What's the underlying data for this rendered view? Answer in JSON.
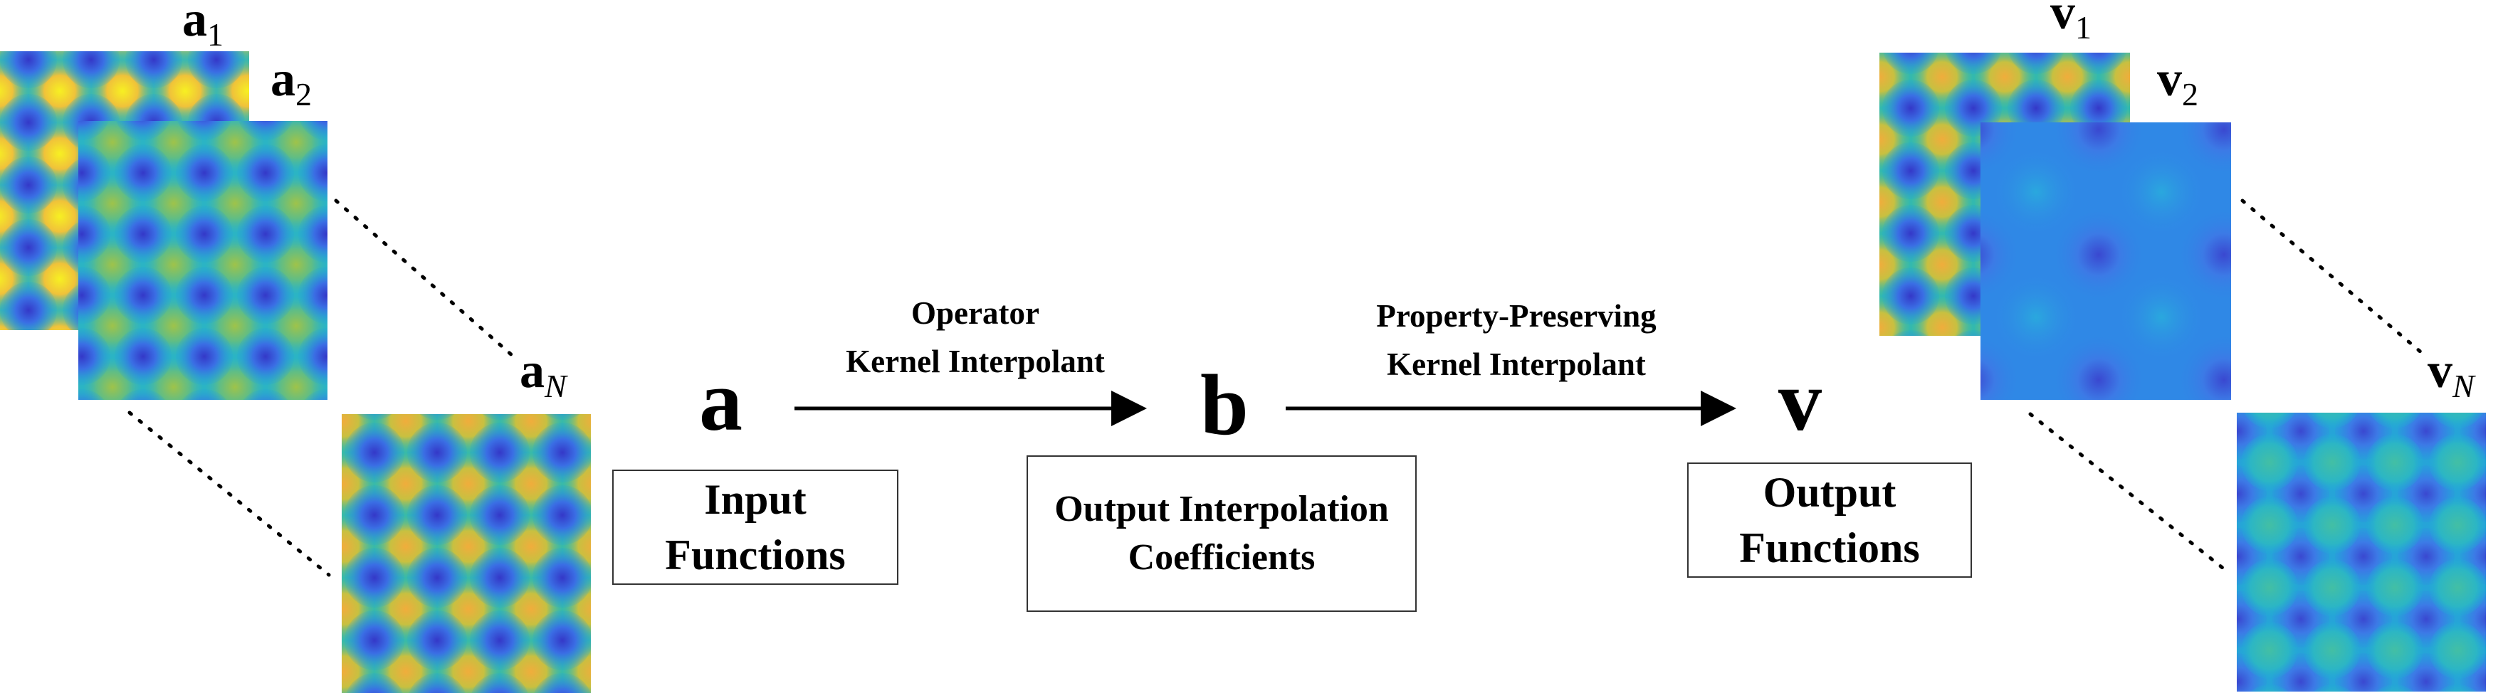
{
  "stacks": {
    "input": {
      "labels": [
        "a1",
        "a2",
        "aN"
      ],
      "label_main": "a",
      "subscripts": [
        "1",
        "2",
        "N"
      ]
    },
    "output": {
      "labels": [
        "v1",
        "v2",
        "vN"
      ],
      "label_main": "v",
      "subscripts": [
        "1",
        "2",
        "N"
      ]
    }
  },
  "nodes": {
    "a": "a",
    "b": "b",
    "v": "v"
  },
  "arrows": {
    "first": {
      "line1": "Operator",
      "line2": "Kernel Interpolant"
    },
    "second": {
      "line1": "Property-Preserving",
      "line2": "Kernel Interpolant"
    }
  },
  "boxes": {
    "input": {
      "line1": "Input",
      "line2": "Functions"
    },
    "middle": {
      "line1": "Output Interpolation",
      "line2": "Coefficients"
    },
    "output": {
      "line1": "Output",
      "line2": "Functions"
    }
  },
  "colors": {
    "yellow": "#f5e12a",
    "orange": "#f0b43c",
    "green": "#a9c64c",
    "teal": "#35bba6",
    "cyan": "#20b1d6",
    "blue": "#3a7ee8",
    "darkblue": "#3646ce"
  }
}
